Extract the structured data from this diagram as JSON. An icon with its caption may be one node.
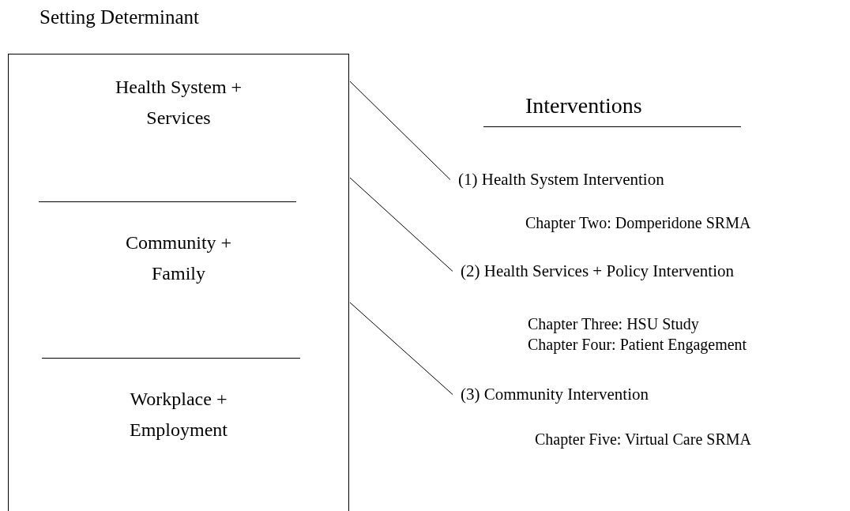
{
  "diagram": {
    "nodes": [
      {
        "text": [
          "Setting Determinant"
        ]
      },
      {
        "text": [
          "Health System + Services"
        ],
        "in": 0
      },
      {
        "text": [
          "Community + Family"
        ],
        "in": 0
      },
      {
        "text": [
          "Workplace + Employment"
        ],
        "in": 0
      },
      {
        "text": [
          "(1) Health System Intervention"
        ],
        "beside": [
          "Chapter Two: Domperidone SRMA"
        ]
      },
      {
        "text": [
          "(2) Health Services + Policy Intervention"
        ],
        "beside": [
          "Chapter Three: HSU Study",
          "Chapter Four: Patient Engagement"
        ]
      },
      {
        "text": [
          "(3) Community Intervention"
        ],
        "beside": [
          "Chapter Five: Virtual Care SRMA"
        ]
      }
    ],
    "edges": [
      {
        "from": 0,
        "to": 4,
        "arrow": "none"
      },
      {
        "from": 0,
        "to": 5,
        "arrow": "none"
      },
      {
        "from": 0,
        "to": 6,
        "arrow": "none"
      }
    ],
    "labels": [
      "Interventions"
    ]
  }
}
